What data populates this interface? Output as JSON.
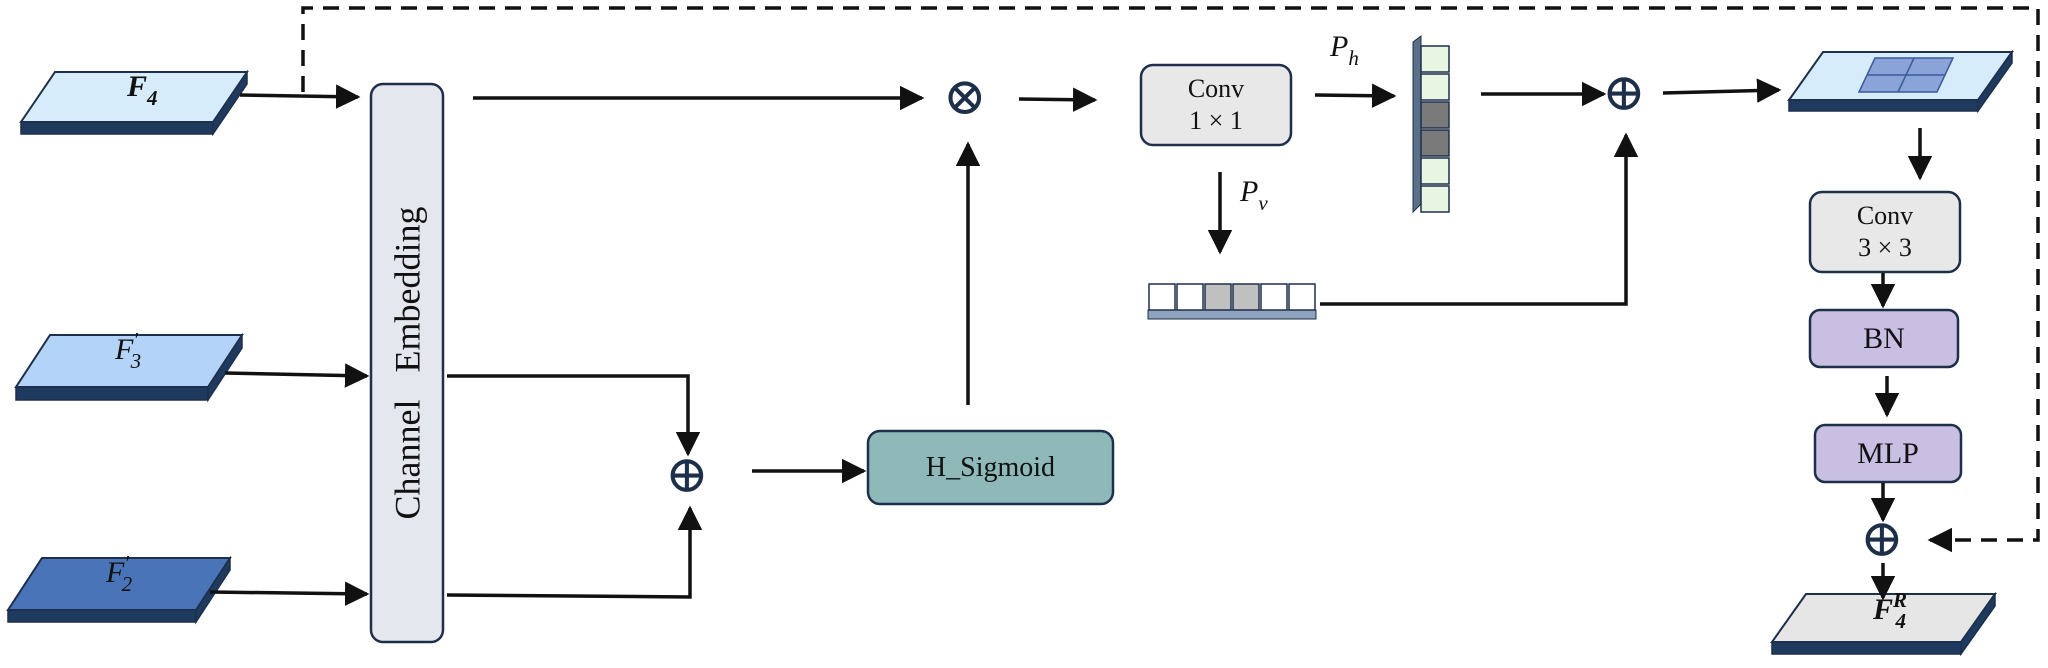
{
  "inputs": {
    "f4": {
      "base": "F",
      "sub": "4",
      "sup": "",
      "fill": "#d7ecfb"
    },
    "f3": {
      "base": "F",
      "sub": "3",
      "sup": "′",
      "fill": "#b3d4f8"
    },
    "f2": {
      "base": "F",
      "sub": "2",
      "sup": "′",
      "fill": "#4a74b8"
    }
  },
  "output": {
    "base": "F",
    "sub": "4",
    "sup": "R",
    "fill": "#e6e6e6"
  },
  "channel_embedding": {
    "label": "Channel   Embedding",
    "fill": "#e5e7ef"
  },
  "conv1": {
    "line1": "Conv",
    "line2": "1 × 1",
    "fill": "#e8e8e8"
  },
  "conv3": {
    "line1": "Conv",
    "line2": "3 × 3",
    "fill": "#e8e8e8"
  },
  "h_sigmoid": {
    "label": "H_Sigmoid",
    "fill": "#8fb8b9"
  },
  "bn": {
    "label": "BN",
    "fill": "#c9bfe3"
  },
  "mlp": {
    "label": "MLP",
    "fill": "#c9bfe3"
  },
  "ph": {
    "base": "P",
    "sub": "h"
  },
  "pv": {
    "base": "P",
    "sub": "v"
  },
  "operators": {
    "multiply": "⊗",
    "add": "⊕"
  },
  "colors": {
    "stroke": "#1e2f4a",
    "plate_side": "#1e3a5f",
    "vec_light": "#e8f5e2",
    "vec_dark": "#7a7a7a",
    "vec_mid": "#c0c0c0",
    "vec_white": "#ffffff",
    "feature_patch": "#8aa3d8"
  }
}
